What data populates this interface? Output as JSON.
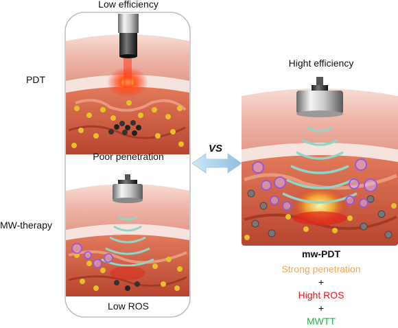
{
  "left_panel": {
    "top_label": "Low efficiency",
    "pdt_label": "PDT",
    "poor_penetration_label": "Poor penetration",
    "mw_therapy_label": "MW-therapy",
    "low_ros_label": "Low ROS"
  },
  "vs_label": "VS",
  "right_panel": {
    "top_label": "Hight efficiency",
    "title": "mw-PDT",
    "benefits": [
      {
        "text": "Strong penetration",
        "color": "#f2a45a"
      },
      {
        "text": "+",
        "color": "#111111"
      },
      {
        "text": "Hight ROS",
        "color": "#e8151b"
      },
      {
        "text": "+",
        "color": "#111111"
      },
      {
        "text": "MWTT",
        "color": "#27b04b"
      }
    ]
  },
  "colors": {
    "skin": "#f1c3b8",
    "tissue": "#c9573c",
    "ros_bubble": "#9a58d8",
    "nanoparticle": "#e8c029",
    "laser": "#ff2a12",
    "wave": "#8fd6c8"
  }
}
